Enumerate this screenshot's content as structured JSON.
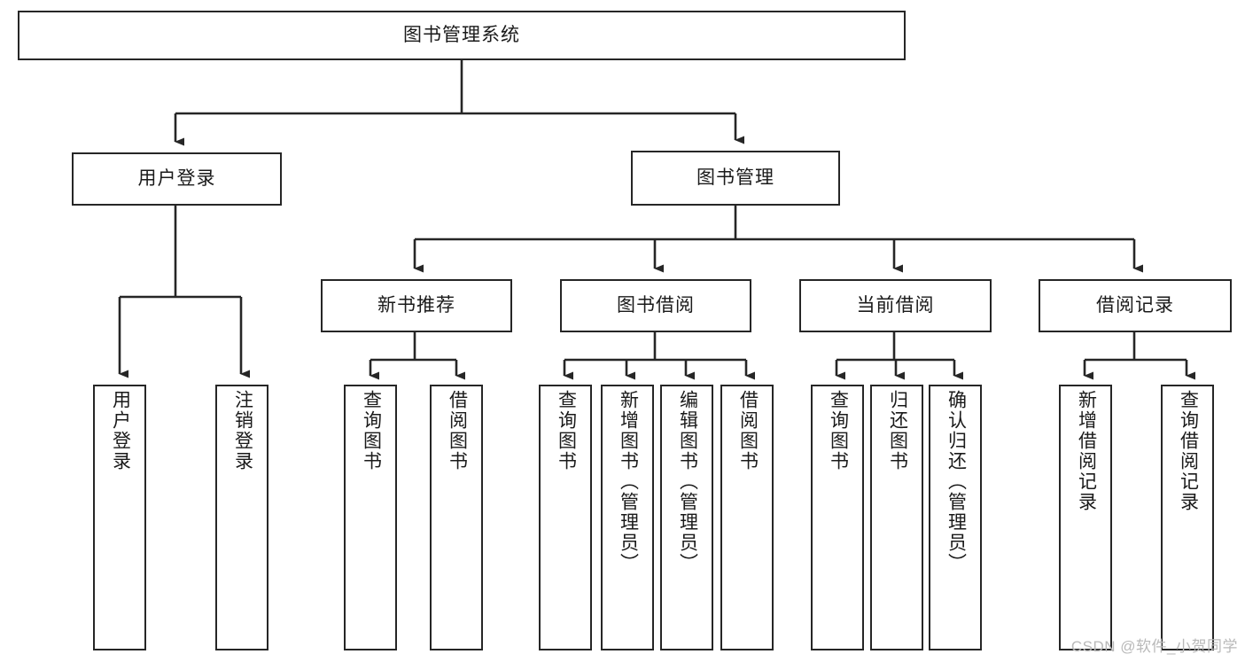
{
  "diagram": {
    "type": "tree-hierarchy",
    "title": "图书管理系统",
    "root": {
      "id": "root",
      "label": "图书管理系统",
      "orientation": "horizontal"
    },
    "level2": [
      {
        "id": "user-login",
        "label": "用户登录",
        "orientation": "horizontal"
      },
      {
        "id": "book-manage",
        "label": "图书管理",
        "orientation": "horizontal"
      }
    ],
    "level3": [
      {
        "id": "new-book-rec",
        "label": "新书推荐",
        "orientation": "horizontal",
        "parent": "book-manage"
      },
      {
        "id": "book-borrow",
        "label": "图书借阅",
        "orientation": "horizontal",
        "parent": "book-manage"
      },
      {
        "id": "current-borrow",
        "label": "当前借阅",
        "orientation": "horizontal",
        "parent": "book-manage"
      },
      {
        "id": "borrow-record",
        "label": "借阅记录",
        "orientation": "horizontal",
        "parent": "book-manage"
      }
    ],
    "leaves": [
      {
        "id": "leaf-user-login",
        "label": "用户登录",
        "parent": "user-login"
      },
      {
        "id": "leaf-user-logout",
        "label": "注销登录",
        "parent": "user-login"
      },
      {
        "id": "leaf-rec-query-book",
        "label": "查询图书",
        "parent": "new-book-rec"
      },
      {
        "id": "leaf-rec-borrow-book",
        "label": "借阅图书",
        "parent": "new-book-rec"
      },
      {
        "id": "leaf-borrow-query-book",
        "label": "查询图书",
        "parent": "book-borrow"
      },
      {
        "id": "leaf-borrow-add-book",
        "label": "新增图书（管理员）",
        "parent": "book-borrow"
      },
      {
        "id": "leaf-borrow-edit-book",
        "label": "编辑图书（管理员）",
        "parent": "book-borrow"
      },
      {
        "id": "leaf-borrow-borrow-book",
        "label": "借阅图书",
        "parent": "book-borrow"
      },
      {
        "id": "leaf-cur-query-book",
        "label": "查询图书",
        "parent": "current-borrow"
      },
      {
        "id": "leaf-cur-return-book",
        "label": "归还图书",
        "parent": "current-borrow"
      },
      {
        "id": "leaf-cur-confirm-return",
        "label": "确认归还（管理员）",
        "parent": "current-borrow"
      },
      {
        "id": "leaf-rec-add-record",
        "label": "新增借阅记录",
        "parent": "borrow-record"
      },
      {
        "id": "leaf-rec-query-record",
        "label": "查询借阅记录",
        "parent": "borrow-record"
      }
    ],
    "watermark": "CSDN @软件_小贺同学",
    "colors": {
      "stroke": "#262626",
      "text": "#1a1a1a",
      "background": "#ffffff",
      "watermark": "#b9b9b9"
    }
  }
}
